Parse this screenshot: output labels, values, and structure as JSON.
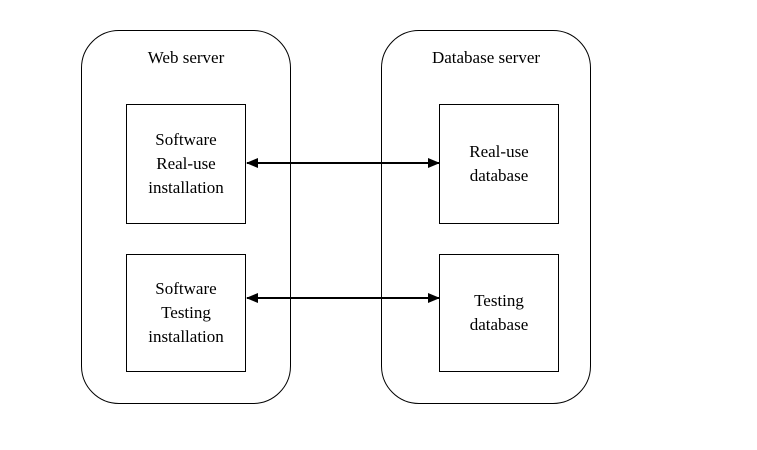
{
  "web_server": {
    "title": "Web server",
    "boxes": [
      {
        "label": "Software\nReal-use\ninstallation"
      },
      {
        "label": "Software\nTesting\ninstallation"
      }
    ]
  },
  "database_server": {
    "title": "Database server",
    "boxes": [
      {
        "label": "Real-use\ndatabase"
      },
      {
        "label": "Testing\ndatabase"
      }
    ]
  }
}
